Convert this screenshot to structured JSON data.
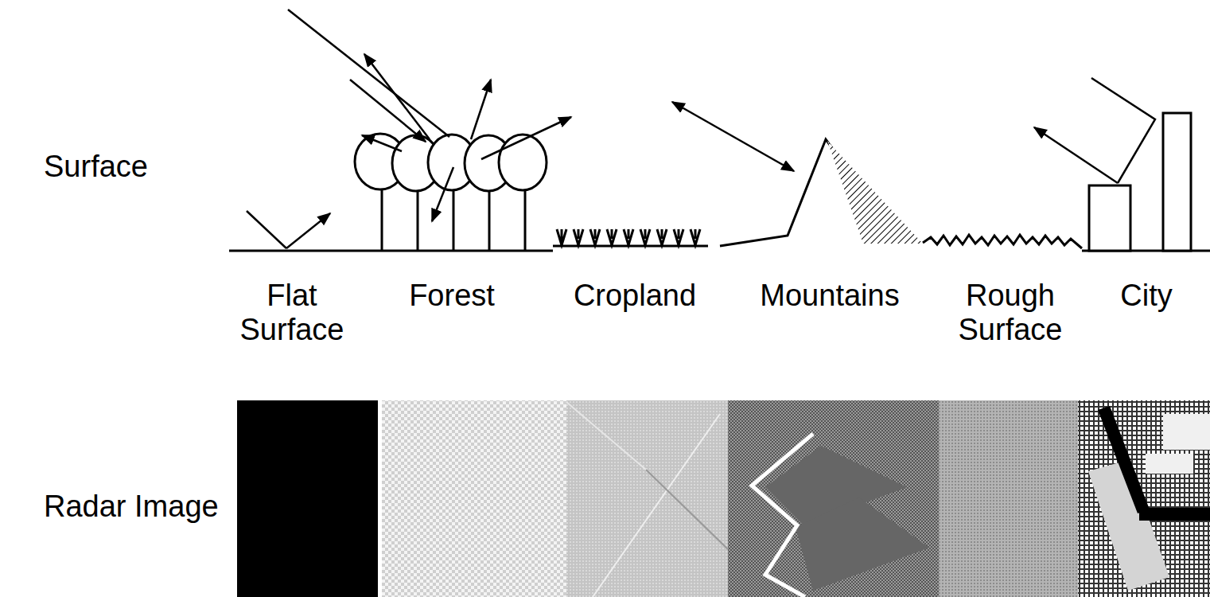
{
  "diagram": {
    "labels": [
      "Surface",
      "Radar Image",
      "Flat Surface",
      "Forest",
      "Cropland",
      "Mountains",
      "Rough Surface",
      "City"
    ]
  }
}
